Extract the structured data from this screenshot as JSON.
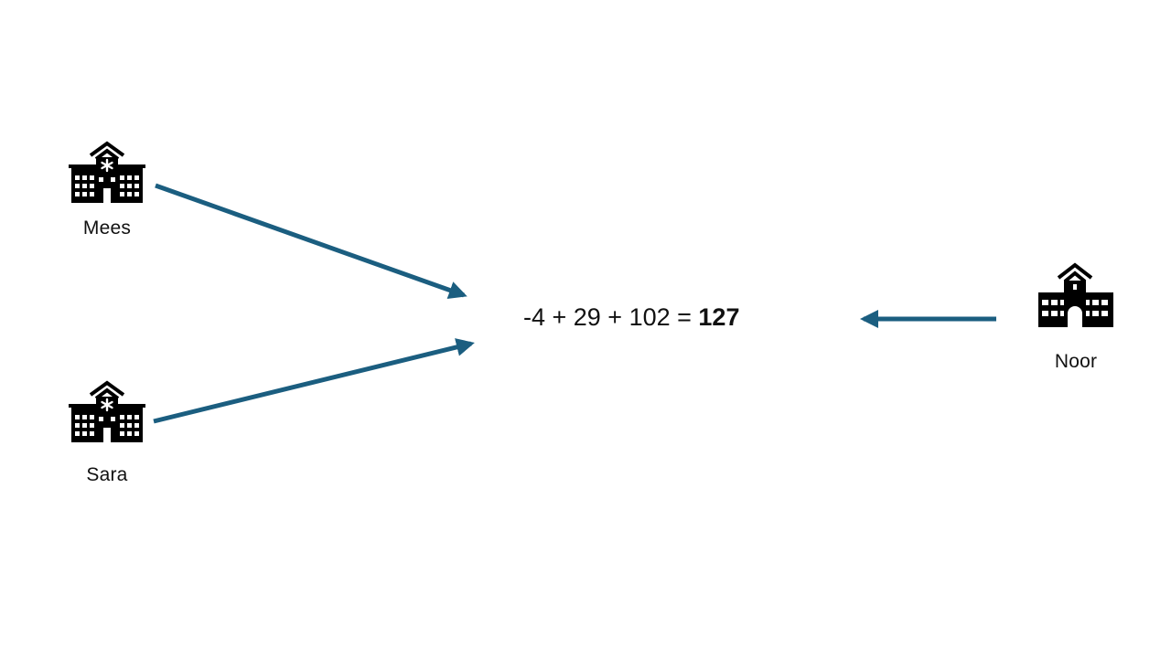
{
  "nodes": {
    "mees": {
      "label": "Mees",
      "icon": "hospital-icon"
    },
    "sara": {
      "label": "Sara",
      "icon": "hospital-icon"
    },
    "noor": {
      "label": "Noor",
      "icon": "school-icon"
    }
  },
  "equation": {
    "expression": "-4 + 29 + 102 = ",
    "result": "127"
  },
  "colors": {
    "arrow": "#1b5e80",
    "icon": "#000000"
  }
}
